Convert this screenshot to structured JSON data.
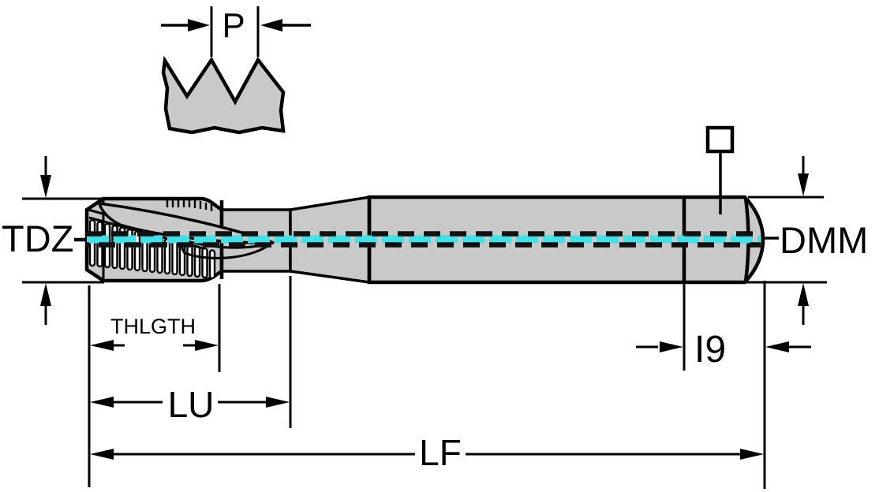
{
  "diagram": {
    "type": "technical-drawing",
    "subject": "machine-tap-with-dimension-callouts",
    "labels": {
      "pitch": "P",
      "thread_diameter": "TDZ",
      "shank_diameter": "DMM",
      "thread_length": "THLGTH",
      "usable_length": "LU",
      "overall_length": "LF",
      "square_length": "I9"
    },
    "icons": {
      "square_drive": "square-drive-symbol"
    },
    "colors": {
      "outline": "#000000",
      "body_fill": "#c9c9c9",
      "coolant_line": "#40e2e8",
      "background": "#ffffff"
    }
  }
}
